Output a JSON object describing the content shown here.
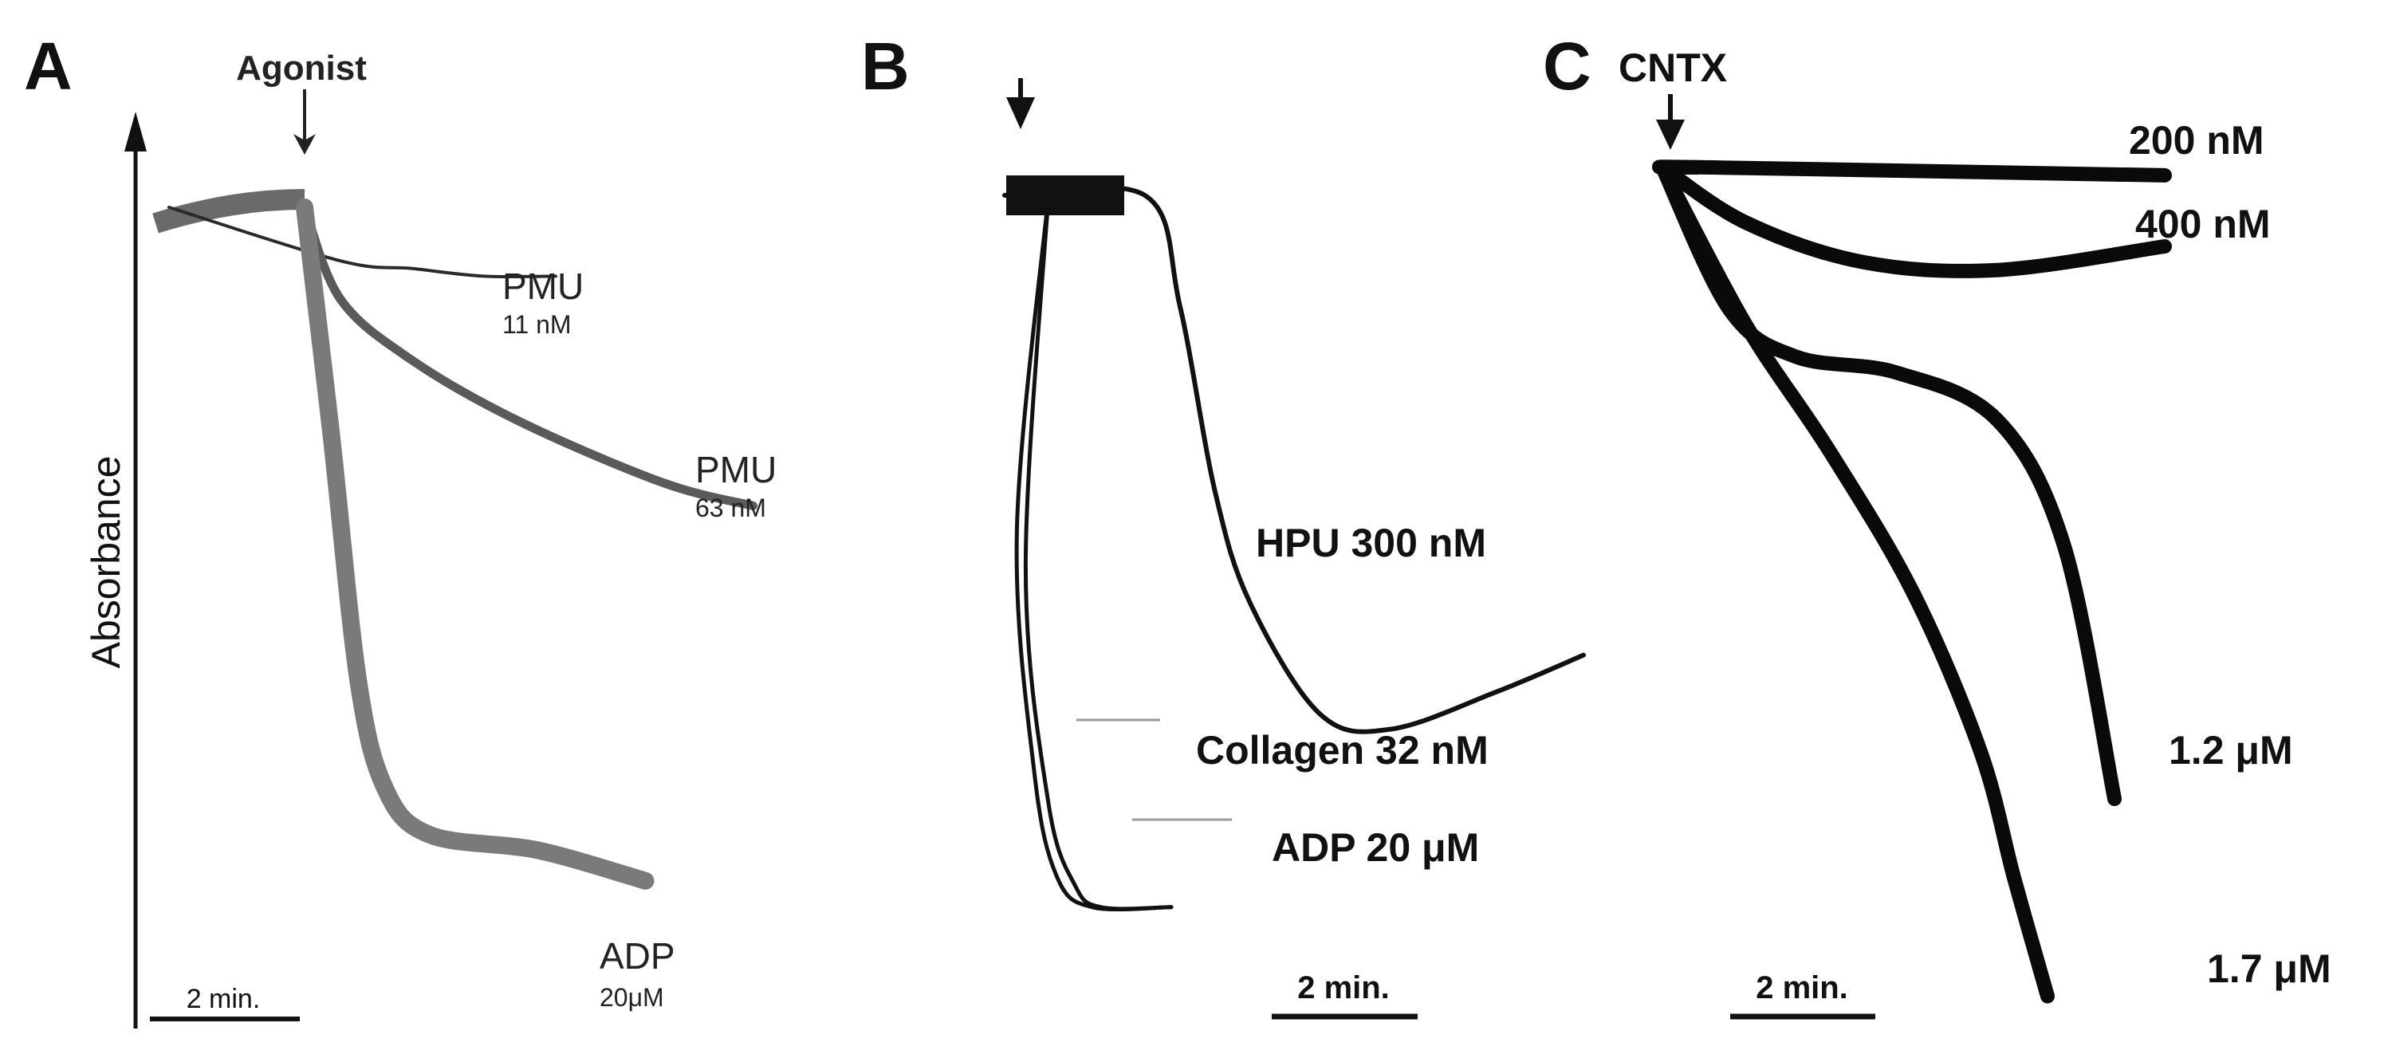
{
  "chart_data": [
    {
      "type": "line",
      "panel": "A",
      "ylabel": "Absorbance",
      "annotation": "Agonist",
      "scale_bar": "2 min.",
      "series": [
        {
          "name": "PMU",
          "dose": "11 nM",
          "color": "#2a2a2a",
          "stroke": 4,
          "values": [
            [
              0,
              1.0
            ],
            [
              0.2,
              0.93
            ],
            [
              0.6,
              0.92
            ],
            [
              1.0,
              0.91
            ],
            [
              1.4,
              0.91
            ]
          ]
        },
        {
          "name": "PMU",
          "dose": "63 nM",
          "color": "#5a5a5a",
          "stroke": 11,
          "values": [
            [
              0,
              1.0
            ],
            [
              0.2,
              0.88
            ],
            [
              0.6,
              0.8
            ],
            [
              1.2,
              0.72
            ],
            [
              2.0,
              0.64
            ],
            [
              2.5,
              0.61
            ]
          ]
        },
        {
          "name": "ADP",
          "dose": "20μM",
          "color": "#7a7a7a",
          "stroke": 22,
          "values": [
            [
              0,
              1.0
            ],
            [
              0.15,
              0.7
            ],
            [
              0.3,
              0.38
            ],
            [
              0.45,
              0.24
            ],
            [
              0.7,
              0.18
            ],
            [
              1.3,
              0.16
            ],
            [
              1.9,
              0.12
            ]
          ]
        }
      ]
    },
    {
      "type": "line",
      "panel": "B",
      "scale_bar": "2 min.",
      "series": [
        {
          "name": "HPU 300 nM",
          "color": "#111111",
          "stroke": 6,
          "values": [
            [
              0,
              1.0
            ],
            [
              0.8,
              1.0
            ],
            [
              1.0,
              0.85
            ],
            [
              1.2,
              0.6
            ],
            [
              1.4,
              0.45
            ],
            [
              1.8,
              0.3
            ],
            [
              2.2,
              0.28
            ],
            [
              2.8,
              0.33
            ],
            [
              3.3,
              0.38
            ]
          ]
        },
        {
          "name": "Collagen 32 nM",
          "color": "#111111",
          "stroke": 5,
          "values": [
            [
              0,
              1.0
            ],
            [
              0.12,
              0.5
            ],
            [
              0.25,
              0.18
            ],
            [
              0.4,
              0.07
            ],
            [
              0.55,
              0.04
            ],
            [
              0.95,
              0.04
            ]
          ]
        },
        {
          "name": "ADP 20 μM",
          "color": "#111111",
          "stroke": 5,
          "values": [
            [
              0,
              1.0
            ],
            [
              0.07,
              0.55
            ],
            [
              0.17,
              0.22
            ],
            [
              0.3,
              0.08
            ],
            [
              0.5,
              0.04
            ],
            [
              0.95,
              0.04
            ]
          ]
        }
      ]
    },
    {
      "type": "line",
      "panel": "C",
      "annotation": "CNTX",
      "scale_bar": "2 min.",
      "series": [
        {
          "name": "200 nM",
          "color": "#0a0a0a",
          "stroke": 18,
          "values": [
            [
              0,
              1.0
            ],
            [
              0.3,
              1.0
            ],
            [
              3.0,
              0.99
            ]
          ]
        },
        {
          "name": "400 nM",
          "color": "#0a0a0a",
          "stroke": 18,
          "values": [
            [
              0,
              1.0
            ],
            [
              0.5,
              0.93
            ],
            [
              1.2,
              0.88
            ],
            [
              2.0,
              0.87
            ],
            [
              3.0,
              0.9
            ]
          ]
        },
        {
          "name": "1.2 μM",
          "color": "#0a0a0a",
          "stroke": 18,
          "values": [
            [
              0,
              1.0
            ],
            [
              0.4,
              0.82
            ],
            [
              0.8,
              0.76
            ],
            [
              1.4,
              0.74
            ],
            [
              2.0,
              0.68
            ],
            [
              2.4,
              0.52
            ],
            [
              2.7,
              0.2
            ]
          ]
        },
        {
          "name": "1.7 μM",
          "color": "#0a0a0a",
          "stroke": 18,
          "values": [
            [
              0,
              1.0
            ],
            [
              0.5,
              0.8
            ],
            [
              1.0,
              0.64
            ],
            [
              1.5,
              0.46
            ],
            [
              1.9,
              0.26
            ],
            [
              2.1,
              0.1
            ],
            [
              2.3,
              -0.05
            ]
          ]
        }
      ]
    }
  ]
}
